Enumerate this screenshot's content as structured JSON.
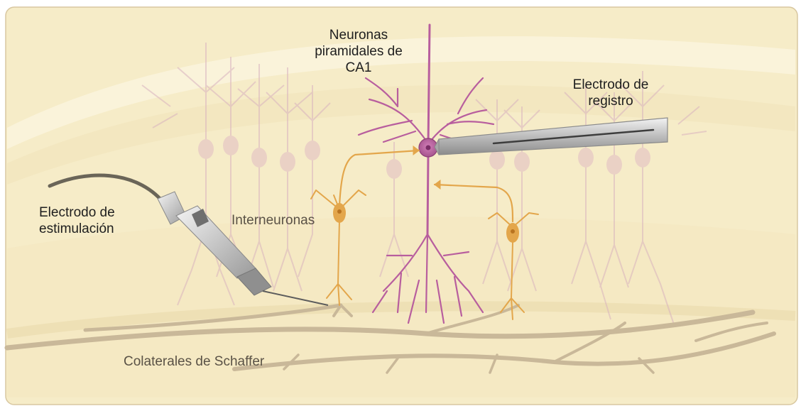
{
  "labels": {
    "pyramidal_neurons": [
      "Neuronas",
      "piramidales de",
      "CA1"
    ],
    "recording_electrode": [
      "Electrodo de",
      "registro"
    ],
    "stimulation_electrode": [
      "Electrodo de",
      "estimulación"
    ],
    "interneurons": "Interneuronas",
    "schaffer_collaterals": "Colaterales de Schaffer"
  },
  "colors": {
    "background": "#f6ecc8",
    "band_light": "#fbf4dc",
    "pyramidal_main": "#b85e9e",
    "pyramidal_faded": "#d9b3bf",
    "interneuron": "#e3a64b",
    "schaffer_axon": "#c9b899",
    "electrode_metal": "#b9b9b9"
  }
}
